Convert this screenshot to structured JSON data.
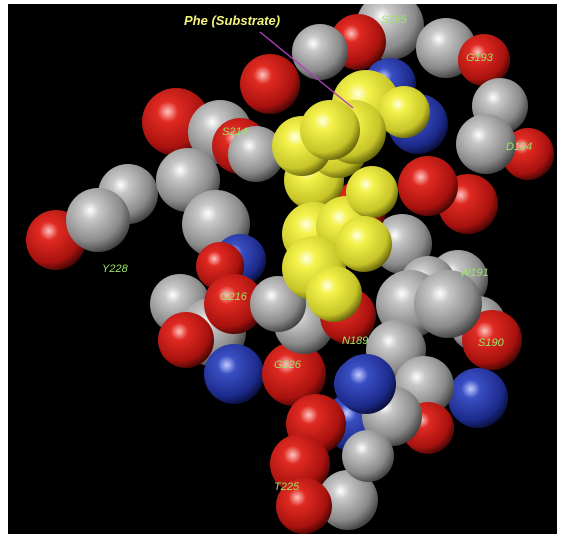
{
  "image": {
    "background": "#000000",
    "title": "Phe (Substrate)",
    "title_color": "#f4f27a",
    "label_color": "#9be36a",
    "atom_colors": {
      "carbon": "#8f8f8f",
      "oxygen": "#d0201c",
      "nitrogen": "#2b3ea6",
      "substrate": "#e4e43c"
    },
    "labels": [
      {
        "id": "s195",
        "text": "S195"
      },
      {
        "id": "g193",
        "text": "G193"
      },
      {
        "id": "s214",
        "text": "S214"
      },
      {
        "id": "d194",
        "text": "D194"
      },
      {
        "id": "y228",
        "text": "Y228"
      },
      {
        "id": "g216",
        "text": "G216"
      },
      {
        "id": "w191",
        "text": "W191"
      },
      {
        "id": "n189",
        "text": "N189"
      },
      {
        "id": "s190",
        "text": "S190"
      },
      {
        "id": "g226",
        "text": "G226"
      },
      {
        "id": "t225",
        "text": "T225"
      }
    ]
  }
}
